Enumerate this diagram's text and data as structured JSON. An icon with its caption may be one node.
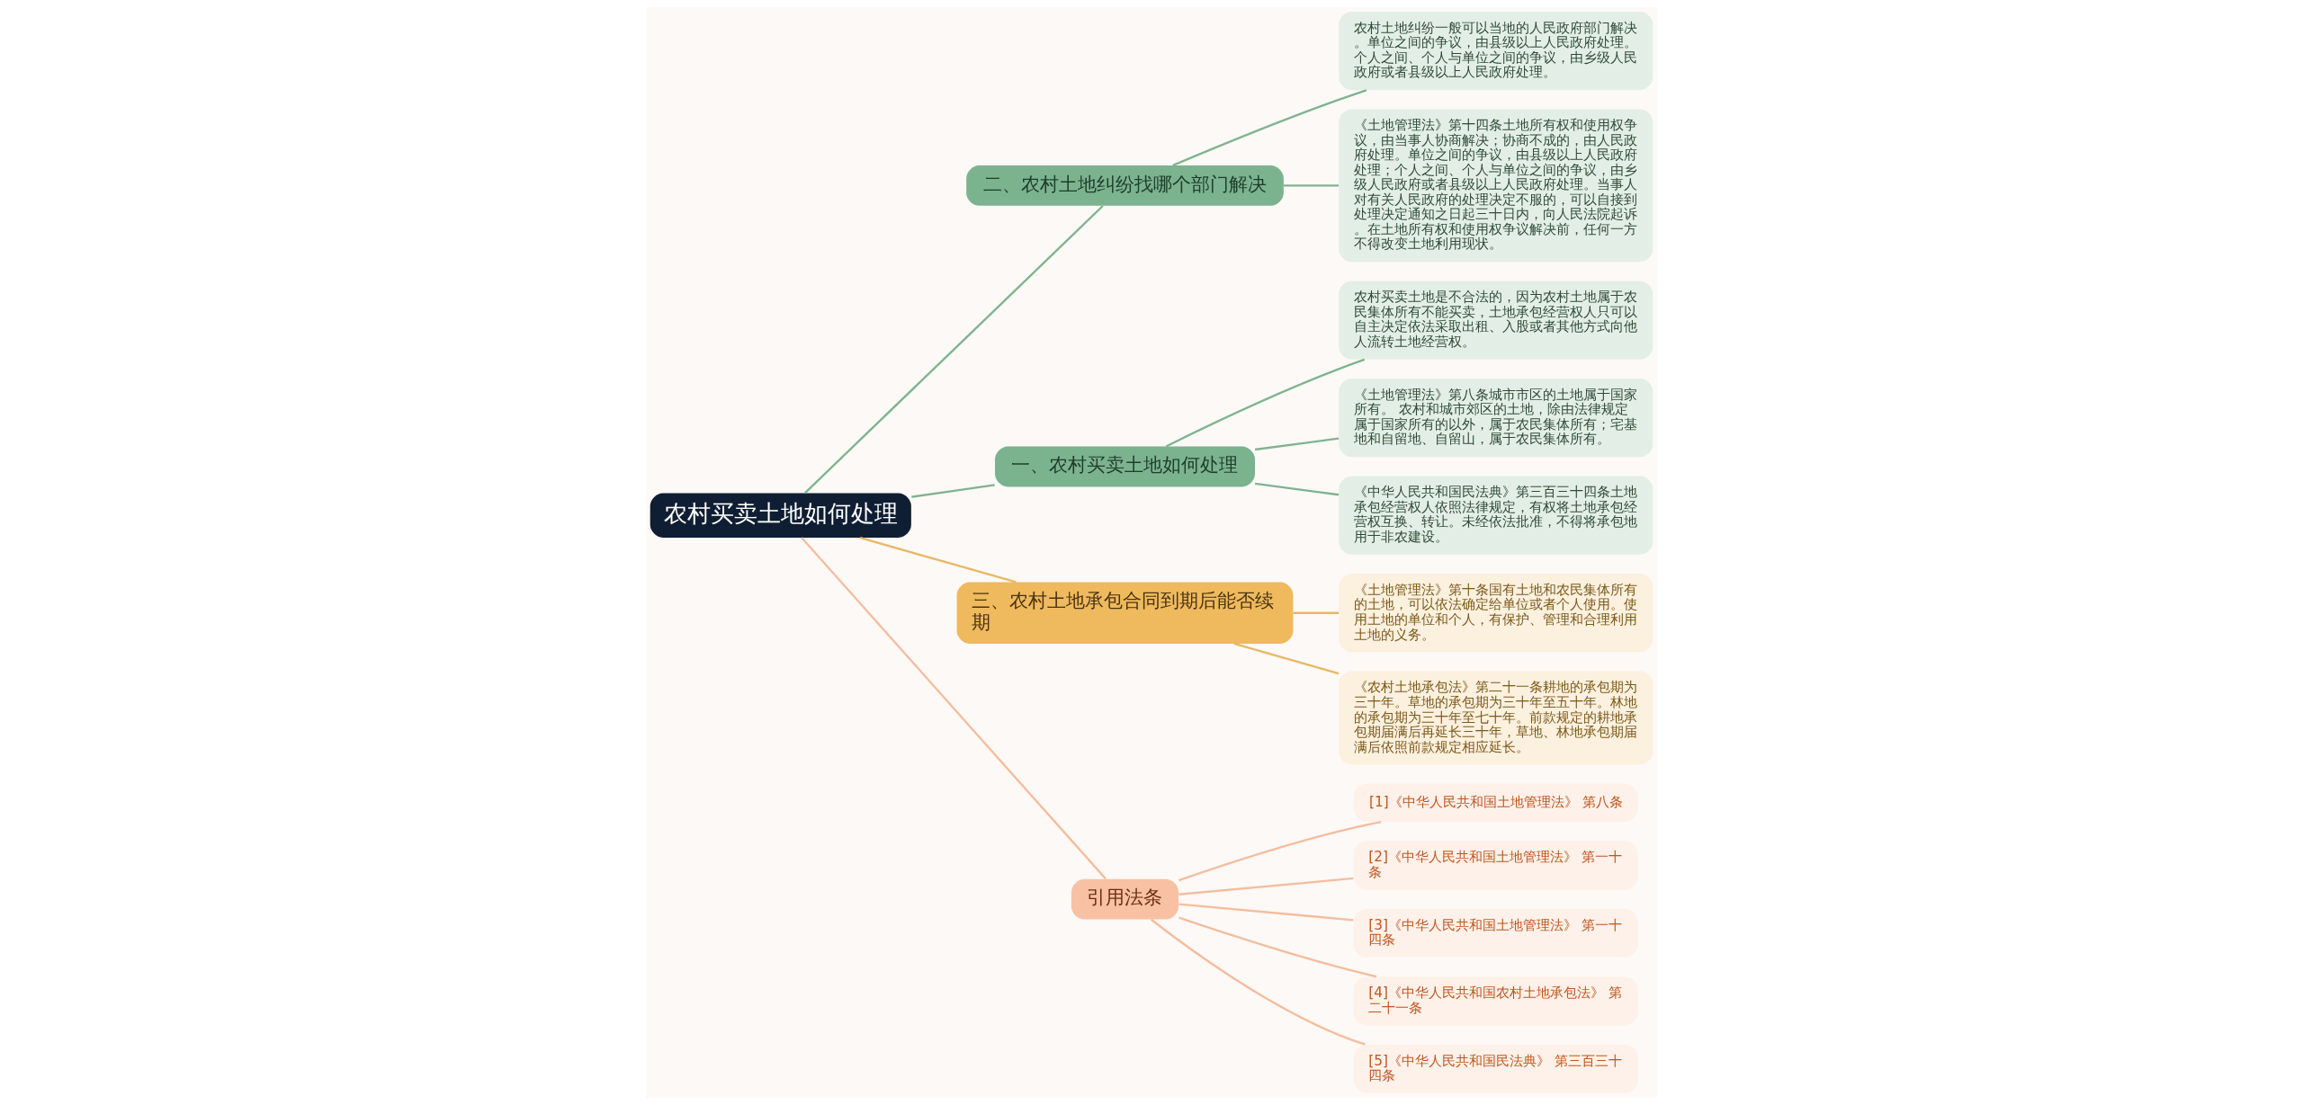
{
  "diagram": {
    "nodes": [
      {
        "text": [
          "农村买卖土地如何处理"
        ]
      },
      {
        "text": [
          "二、农村土地纠纷找哪个部门解决"
        ]
      },
      {
        "text": [
          "农村土地纠纷一般可以当地的人民政府部门解决。单位之间的争议，由县级以上人民政府处理。个人之间、个人与单位之间的争议，由乡级人民政府或者县级以上人民政府处理。"
        ]
      },
      {
        "text": [
          "《土地管理法》第十四条土地所有权和使用权争议，由当事人协商解决；协商不成的，由人民政府处理。单位之间的争议，由县级以上人民政府处理；个人之间、个人与单位之间的争议，由乡级人民政府或者县级以上人民政府处理。当事人对有关人民政府的处理决定不服的，可以自接到处理决定通知之日起三十日内，向人民法院起诉。在土地所有权和使用权争议解决前，任何一方不得改变土地利用现状。"
        ]
      },
      {
        "text": [
          "一、农村买卖土地如何处理"
        ]
      },
      {
        "text": [
          "农村买卖土地是不合法的，因为农村土地属于农民集体所有不能买卖，土地承包经营权人只可以自主决定依法采取出租、入股或者其他方式向他人流转土地经营权。"
        ]
      },
      {
        "text": [
          "《土地管理法》第八条城市市区的土地属于国家所有。 农村和城市郊区的土地，除由法律规定属于国家所有的以外，属于农民集体所有；宅基地和自留地、自留山，属于农民集体所有。"
        ]
      },
      {
        "text": [
          "《中华人民共和国民法典》第三百三十四条土地承包经营权人依照法律规定，有权将土地承包经营权互换、转让。未经依法批准，不得将承包地用于非农建设。"
        ]
      },
      {
        "text": [
          "三、农村土地承包合同到期后能否续期"
        ]
      },
      {
        "text": [
          "《土地管理法》第十条国有土地和农民集体所有的土地，可以依法确定给单位或者个人使用。使用土地的单位和个人，有保护、管理和合理利用土地的义务。"
        ]
      },
      {
        "text": [
          "《农村土地承包法》第二十一条耕地的承包期为三十年。草地的承包期为三十年至五十年。林地的承包期为三十年至七十年。前款规定的耕地承包期届满后再延长三十年，草地、林地承包期届满后依照前款规定相应延长。"
        ]
      },
      {
        "text": [
          "引用法条"
        ]
      },
      {
        "text": [
          "[1]《中华人民共和国土地管理法》 第八条"
        ]
      },
      {
        "text": [
          "[2]《中华人民共和国土地管理法》 第一十条"
        ]
      },
      {
        "text": [
          "[3]《中华人民共和国土地管理法》 第一十四条"
        ]
      },
      {
        "text": [
          "[4]《中华人民共和国农村土地承包法》 第二十一条"
        ]
      },
      {
        "text": [
          "[5]《中华人民共和国民法典》 第三百三十四条"
        ]
      }
    ],
    "edges": [
      {
        "from": 0,
        "to": 1,
        "arrow": "none"
      },
      {
        "from": 1,
        "to": 2,
        "arrow": "none"
      },
      {
        "from": 1,
        "to": 3,
        "arrow": "none"
      },
      {
        "from": 0,
        "to": 4,
        "arrow": "none"
      },
      {
        "from": 4,
        "to": 5,
        "arrow": "none"
      },
      {
        "from": 4,
        "to": 6,
        "arrow": "none"
      },
      {
        "from": 4,
        "to": 7,
        "arrow": "none"
      },
      {
        "from": 0,
        "to": 8,
        "arrow": "none",
        "color": "#e8b864"
      },
      {
        "from": 8,
        "to": 9,
        "arrow": "none",
        "color": "#e8b864"
      },
      {
        "from": 8,
        "to": 10,
        "arrow": "none",
        "color": "#e8b864"
      },
      {
        "from": 0,
        "to": 11,
        "arrow": "none",
        "color": "#f5bd9d"
      },
      {
        "from": 11,
        "to": 12,
        "arrow": "none",
        "color": "#f5bd9d"
      },
      {
        "from": 11,
        "to": 13,
        "arrow": "none",
        "color": "#f5bd9d"
      },
      {
        "from": 11,
        "to": 14,
        "arrow": "none",
        "color": "#f5bd9d"
      },
      {
        "from": 11,
        "to": 15,
        "arrow": "none",
        "color": "#f5bd9d"
      },
      {
        "from": 11,
        "to": 16,
        "arrow": "none",
        "color": "#f5bd9d"
      }
    ]
  }
}
